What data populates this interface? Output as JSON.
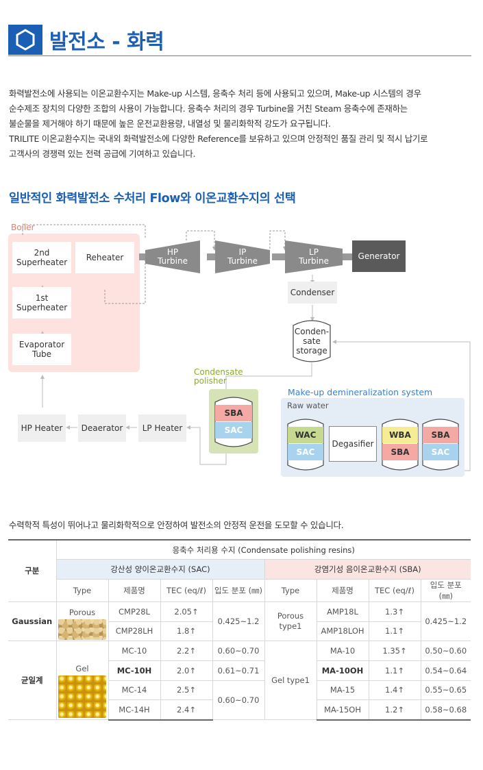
{
  "header": {
    "title": "발전소 - 화력"
  },
  "intro": {
    "lines": [
      "화력발전소에 사용되는 이온교환수지는 Make-up 시스템, 응축수 처리 등에 사용되고 있으며, Make-up 시스템의 경우",
      "순수제조 장치의 다양한 조합의 사용이 가능합니다. 응축수 처리의 경우 Turbine을 거친 Steam 응축수에 존재하는",
      "불순물을 제거해야 하기 때문에 높은 운전교환용량, 내열성 및 물리화학적 강도가 요구됩니다.",
      "TRILITE 이온교환수지는 국내외 화력발전소에 다양한 Reference를 보유하고 있으며 안정적인 품질 관리 및 적시 납기로",
      "고객사의 경쟁력 있는 전력 공급에 기여하고 있습니다."
    ]
  },
  "section_title": "일반적인 화력발전소 수처리 Flow와 이온교환수지의 선택",
  "diagram": {
    "boiler_label": "Boiler",
    "superheater2": "2nd Superheater",
    "reheater": "Reheater",
    "superheater1": "1st Superheater",
    "evaporator": "Evaporator Tube",
    "hp_turbine": "HP Turbine",
    "ip_turbine": "IP Turbine",
    "lp_turbine": "LP Turbine",
    "generator": "Generator",
    "condenser": "Condenser",
    "condensate_storage": "Conden- sate storage",
    "polisher_label": "Condensate polisher",
    "makeup_label": "Make-up demineralization system",
    "raw_water": "Raw water",
    "hp_heater": "HP Heater",
    "deaerator": "Deaerator",
    "lp_heater": "LP Heater",
    "degasifier": "Degasifier",
    "sba": "SBA",
    "sac": "SAC",
    "wac": "WAC",
    "wba": "WBA",
    "colors": {
      "sba": "#f4a9a4",
      "sac": "#a8d3ef",
      "wac": "#c5da8e",
      "wba": "#f6ec93"
    }
  },
  "note": "수력학적 특성이 뛰어나고 물리화학적으로 안정하여 발전소의 안정적 운전을 도모할 수 있습니다.",
  "table": {
    "col_group": "구분",
    "main_header": "응축수 처리용 수지 (Condensate polishing resins)",
    "sac_header": "강산성 양이온교환수지 (SAC)",
    "sba_header": "강염기성 음이온교환수지 (SBA)",
    "sub_headers": [
      "Type",
      "제품명",
      "TEC (eq/ℓ)",
      "입도 분포 (㎜)",
      "Type",
      "제품명",
      "TEC (eq/ℓ)",
      "입도 분포 (㎜)"
    ],
    "gaussian": {
      "label": "Gaussian",
      "sac_type": "Porous",
      "sac_size": "0.425~1.2",
      "sba_type": "Porous type1",
      "sba_size": "0.425~1.2",
      "rows": [
        {
          "sac_name": "CMP28L",
          "sac_tec": "2.05↑",
          "sba_name": "AMP18L",
          "sba_tec": "1.3↑"
        },
        {
          "sac_name": "CMP28LH",
          "sac_tec": "1.8↑",
          "sba_name": "AMP18LOH",
          "sba_tec": "1.1↑"
        }
      ]
    },
    "uniform": {
      "label": "균일계",
      "sac_type": "Gel",
      "sba_type": "Gel type1",
      "sac_size_merged": "0.60~0.70",
      "rows": [
        {
          "sac_name": "MC-10",
          "sac_tec": "2.2↑",
          "sac_size": "0.60~0.70",
          "sba_name": "MA-10",
          "sba_tec": "1.35↑",
          "sba_size": "0.50~0.60"
        },
        {
          "sac_name": "MC-10H",
          "sac_tec": "2.0↑",
          "sac_size": "0.61~0.71",
          "sba_name": "MA-10OH",
          "sba_tec": "1.1↑",
          "sba_size": "0.54~0.64"
        },
        {
          "sac_name": "MC-14",
          "sac_tec": "2.5↑",
          "sba_name": "MA-15",
          "sba_tec": "1.4↑",
          "sba_size": "0.55~0.65"
        },
        {
          "sac_name": "MC-14H",
          "sac_tec": "2.4↑",
          "sba_name": "MA-15OH",
          "sba_tec": "1.2↑",
          "sba_size": "0.58~0.68"
        }
      ]
    }
  }
}
